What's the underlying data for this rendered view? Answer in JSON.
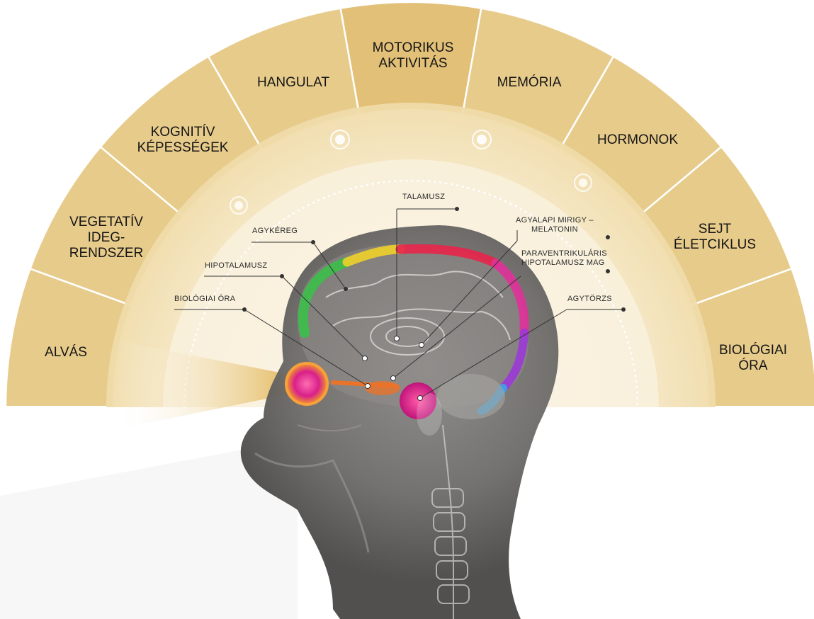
{
  "segments": [
    {
      "id": "alvas",
      "lines": [
        "ALVÁS"
      ]
    },
    {
      "id": "vegetativ",
      "lines": [
        "VEGETATÍV",
        "IDEG-",
        "RENDSZER"
      ]
    },
    {
      "id": "kognitiv",
      "lines": [
        "KOGNITÍV",
        "KÉPESSÉGEK"
      ]
    },
    {
      "id": "hangulat",
      "lines": [
        "HANGULAT"
      ]
    },
    {
      "id": "motorikus",
      "lines": [
        "MOTORIKUS",
        "AKTIVITÁS"
      ]
    },
    {
      "id": "memoria",
      "lines": [
        "MEMÓRIA"
      ]
    },
    {
      "id": "hormonok",
      "lines": [
        "HORMONOK"
      ]
    },
    {
      "id": "sejt",
      "lines": [
        "SEJT",
        "ÉLETCIKLUS"
      ]
    },
    {
      "id": "biologiai",
      "lines": [
        "BIOLÓGIAI",
        "ÓRA"
      ]
    }
  ],
  "annotations": {
    "talamusz": "TALAMUSZ",
    "agykereg": "AGYKÉREG",
    "hipotalamusz": "HIPOTALAMUSZ",
    "biologiai_ora": "BIOLÓGIAI ÓRA",
    "agyalapi_1": "AGYALAPI MIRIGY –",
    "agyalapi_2": "MELATONIN",
    "paraventr_1": "PARAVENTRIKULÁRIS",
    "paraventr_2": "HIPOTALAMUSZ MAG",
    "agytorzs": "AGYTÖRZS"
  },
  "colors": {
    "segment_fill": "#e7cb8b",
    "segment_fill_center": "#e2c078",
    "segment_border": "#ffffff",
    "inner_ring": "#f3e3bb",
    "brain_green": "#3bbf4a",
    "brain_yellow": "#f0d02a",
    "brain_red": "#e8234a",
    "brain_pink": "#e0319a",
    "brain_purple": "#9b3ad6",
    "brain_blue": "#3aa6e8",
    "head_gray": "#6e6c6a"
  }
}
